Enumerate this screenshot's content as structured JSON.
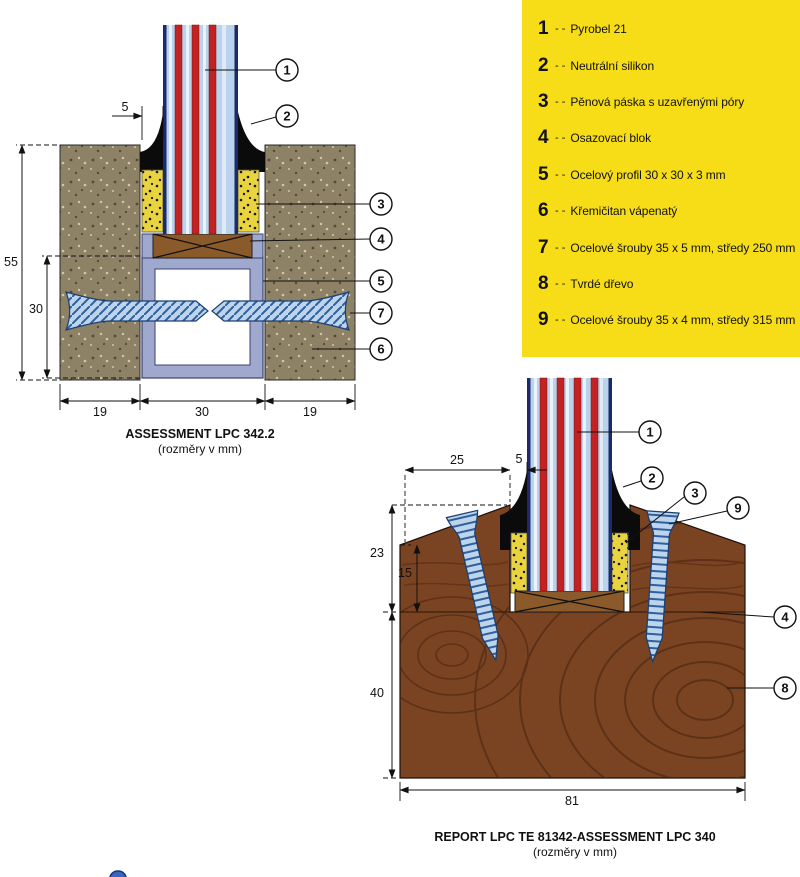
{
  "legend": {
    "background_color": "#F6DD17",
    "separator": "- -",
    "items": [
      {
        "num": "1",
        "label": "Pyrobel 21"
      },
      {
        "num": "2",
        "label": "Neutrální silikon"
      },
      {
        "num": "3",
        "label": "Pěnová páska s uzavřenými póry"
      },
      {
        "num": "4",
        "label": "Osazovací blok"
      },
      {
        "num": "5",
        "label": "Ocelový profil 30 x 30 x 3 mm"
      },
      {
        "num": "6",
        "label": "Křemičitan vápenatý"
      },
      {
        "num": "7",
        "label": "Ocelové šrouby 35 x 5 mm, středy 250 mm"
      },
      {
        "num": "8",
        "label": "Tvrdé dřevo"
      },
      {
        "num": "9",
        "label": "Ocelové šrouby 35 x 4 mm, středy 315 mm"
      }
    ]
  },
  "diagram1": {
    "caption_line1": "ASSESSMENT LPC 342.2",
    "caption_line2": "(rozměry v mm)",
    "dims": {
      "silicone_width": "5",
      "frame_height": "55",
      "profile_height": "30",
      "bottom_left": "19",
      "bottom_center": "30",
      "bottom_right": "19"
    },
    "callouts": [
      "1",
      "2",
      "3",
      "4",
      "5",
      "7",
      "6"
    ]
  },
  "diagram2": {
    "caption_line1": "REPORT LPC TE 81342-ASSESSMENT LPC 340",
    "caption_line2": "(rozměry v mm)",
    "dims": {
      "top_left": "25",
      "top_right": "5",
      "rebate_depth": "23",
      "upstand_height": "15",
      "base_height": "40",
      "bottom_width": "81"
    },
    "callouts": [
      "1",
      "2",
      "3",
      "9",
      "4",
      "8"
    ]
  },
  "colors": {
    "legend_yellow": "#F6DD17",
    "glass_blue": "#BAD2EC",
    "glass_stripe_red": "#C32222",
    "glass_edge_navy": "#1B2A6B",
    "masonry_tan": "#8D8266",
    "steel_profile": "#9FA9CE",
    "screw_blue": "#BCD4EC",
    "wood_brown": "#7A4423",
    "foam_yellow": "#E9D33E",
    "block_brown": "#8A5A2B",
    "silicone_black": "#0B0B0B"
  }
}
